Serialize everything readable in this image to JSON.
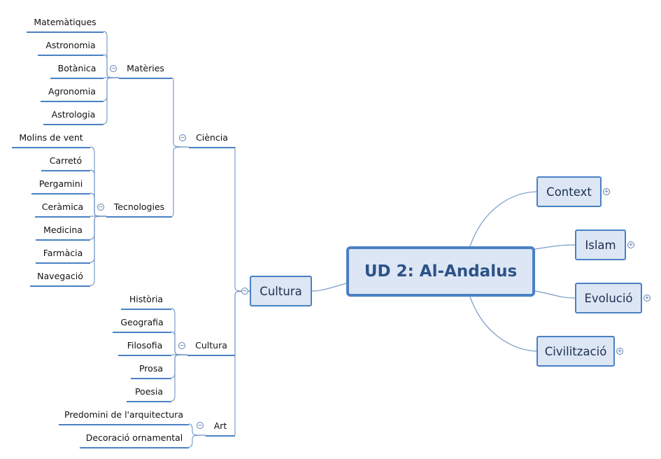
{
  "central": {
    "label": "UD 2: Al-Andalus"
  },
  "right_branches": [
    {
      "label": "Context",
      "collapsed": true
    },
    {
      "label": "Islam",
      "collapsed": true
    },
    {
      "label": "Evolució",
      "collapsed": true
    },
    {
      "label": "Civilització",
      "collapsed": true
    }
  ],
  "left_branch": {
    "label": "Cultura",
    "children": [
      {
        "label": "Ciència",
        "children": [
          {
            "label": "Matèries",
            "children": [
              "Matemàtiques",
              "Astronomia",
              "Botànica",
              "Agronomia",
              "Astrologia"
            ]
          },
          {
            "label": "Tecnologies",
            "children": [
              "Molins de vent",
              "Carretó",
              "Pergamini",
              "Ceràmica",
              "Medicina",
              "Farmàcia",
              "Navegació"
            ]
          }
        ]
      },
      {
        "label": "Cultura",
        "children": [
          "Història",
          "Geografia",
          "Filosofia",
          "Prosa",
          "Poesia"
        ]
      },
      {
        "label": "Art",
        "children": [
          "Predomini de l'arquitectura",
          "Decoració ornamental"
        ]
      }
    ]
  },
  "colors": {
    "line": "#4a80c4",
    "connector": "#7a9cc8",
    "box_fill": "#dce6f4",
    "central_text": "#2d5288"
  },
  "toggles": {
    "expanded": "−",
    "collapsed": "+"
  }
}
